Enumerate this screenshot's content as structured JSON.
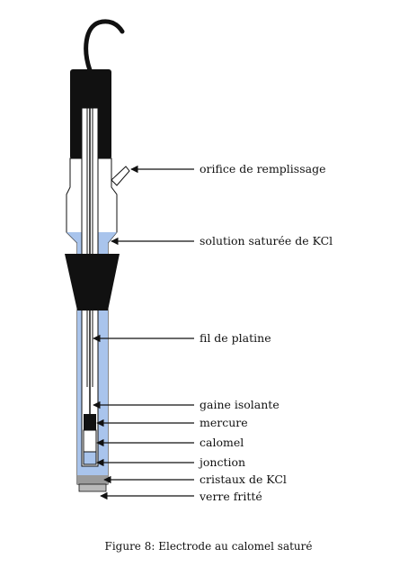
{
  "figure": {
    "caption": "Figure 8: Electrode au calomel saturé",
    "labels": {
      "orifice": "orifice de remplissage",
      "solution": "solution saturée de KCl",
      "fil": "fil de platine",
      "gaine": "gaine isolante",
      "mercure": "mercure",
      "calomel": "calomel",
      "jonction": "jonction",
      "cristaux": "cristaux de KCl",
      "verre": "verre fritté"
    }
  },
  "colors": {
    "solution": "#a9c4ec",
    "black": "#111111",
    "glass": "#ffffff",
    "frit": "#b9b9b9",
    "crystals": "#9a9a9a"
  }
}
